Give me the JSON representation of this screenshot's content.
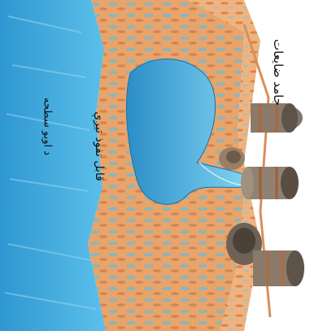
{
  "labels": {
    "solid_waste": "جامد ضایعات",
    "permeable_rock": "قابل نفوذ تیږې",
    "surface_water": "د اوبو سطحه"
  },
  "colors": {
    "sky": "#ffffff",
    "water": "#3aa7d9",
    "water_dark": "#1f7fb8",
    "soil": "#e8a46a",
    "soil_light": "#f3c99a",
    "rock_pattern": "#6fb3c9",
    "barrel": "#8a7a6a",
    "barrel_rust": "#b0653a"
  }
}
